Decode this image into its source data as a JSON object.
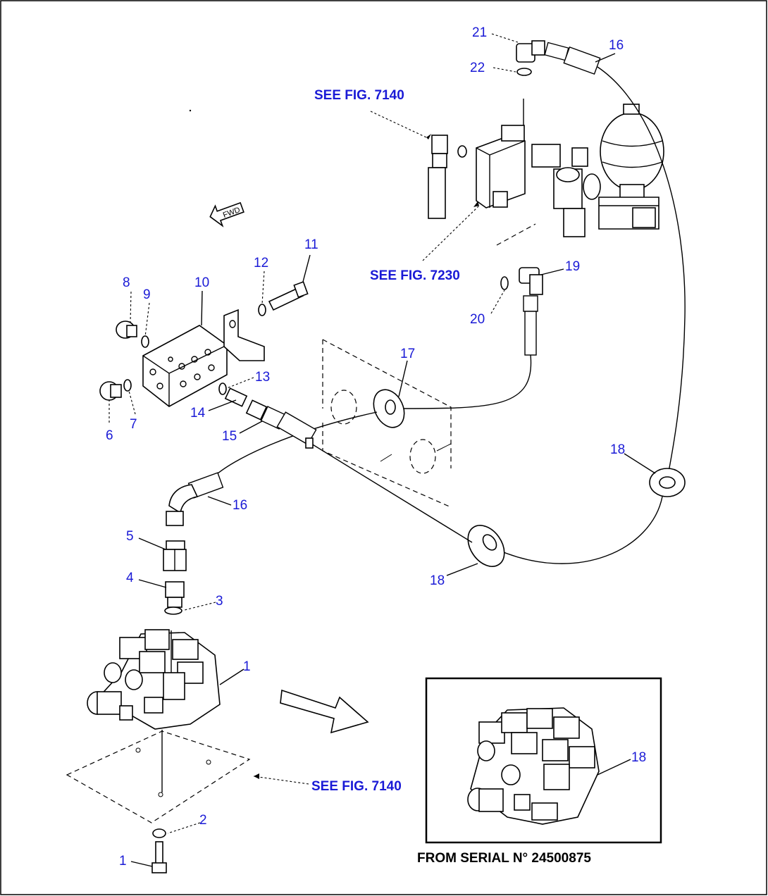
{
  "callouts": [
    {
      "id": "c1",
      "text": "1"
    },
    {
      "id": "c1b",
      "text": "1"
    },
    {
      "id": "c2",
      "text": "2"
    },
    {
      "id": "c3",
      "text": "3"
    },
    {
      "id": "c4",
      "text": "4"
    },
    {
      "id": "c5",
      "text": "5"
    },
    {
      "id": "c6",
      "text": "6"
    },
    {
      "id": "c7",
      "text": "7"
    },
    {
      "id": "c8",
      "text": "8"
    },
    {
      "id": "c9",
      "text": "9"
    },
    {
      "id": "c10",
      "text": "10"
    },
    {
      "id": "c11",
      "text": "11"
    },
    {
      "id": "c12",
      "text": "12"
    },
    {
      "id": "c13",
      "text": "13"
    },
    {
      "id": "c14",
      "text": "14"
    },
    {
      "id": "c15",
      "text": "15"
    },
    {
      "id": "c16a",
      "text": "16"
    },
    {
      "id": "c16b",
      "text": "16"
    },
    {
      "id": "c17",
      "text": "17"
    },
    {
      "id": "c18a",
      "text": "18"
    },
    {
      "id": "c18b",
      "text": "18"
    },
    {
      "id": "c18c",
      "text": "18"
    },
    {
      "id": "c19",
      "text": "19"
    },
    {
      "id": "c20",
      "text": "20"
    },
    {
      "id": "c21",
      "text": "21"
    },
    {
      "id": "c22",
      "text": "22"
    }
  ],
  "references": {
    "fig7140_top": "SEE FIG. 7140",
    "fig7230": "SEE FIG. 7230",
    "fig7140_bottom": "SEE FIG. 7140"
  },
  "inset": {
    "caption": "FROM SERIAL N° 24500875"
  },
  "fwd_label": "FWD",
  "colors": {
    "callout": "#1a1ad6",
    "line": "#000000",
    "background": "#ffffff"
  }
}
